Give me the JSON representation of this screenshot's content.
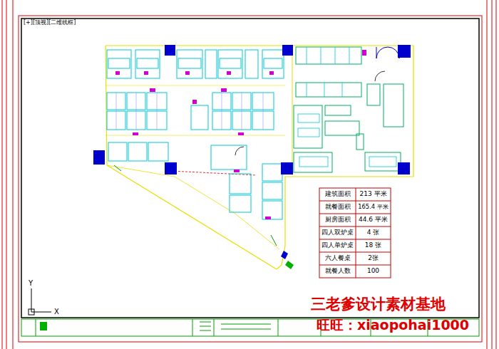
{
  "diagram": {
    "labels": [
      "[+][顶视][二维线框]",
      "建筑面积",
      "213 平米",
      "就餐面积",
      "165.4 平米",
      "厨房面积",
      "44.6 平米",
      "四人双炉桌",
      "4 张",
      "四人单炉桌",
      "18 张",
      "六人餐桌",
      "2张",
      "就餐人数",
      "100",
      "Y",
      "X",
      "三老爹设计素材基地",
      "旺旺：xiaopohai1000"
    ]
  }
}
